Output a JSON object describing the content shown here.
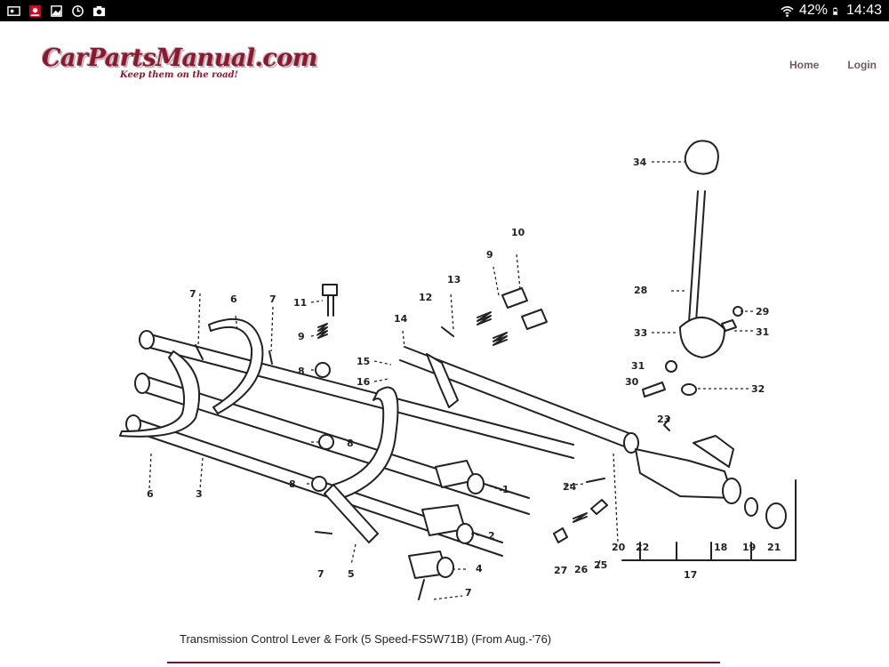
{
  "status_bar": {
    "left_icons": [
      "photo-icon",
      "record-icon",
      "gallery-icon",
      "sync-icon",
      "camera-icon"
    ],
    "battery": "42%",
    "time": "14:43"
  },
  "brand": {
    "name": "CarPartsManual.com",
    "tagline": "Keep them on the road!",
    "color": "#8c1830"
  },
  "nav": {
    "home": "Home",
    "login": "Login"
  },
  "diagram": {
    "callouts": [
      "1",
      "2",
      "3",
      "4",
      "5",
      "6",
      "6",
      "7",
      "7",
      "7",
      "7",
      "8",
      "8",
      "8",
      "9",
      "9",
      "10",
      "11",
      "12",
      "13",
      "14",
      "15",
      "16",
      "17",
      "18",
      "19",
      "20",
      "21",
      "22",
      "23",
      "24",
      "25",
      "26",
      "27",
      "28",
      "29",
      "30",
      "31",
      "31",
      "32",
      "33",
      "34"
    ]
  },
  "caption": "Transmission Control Lever & Fork (5 Speed-FS5W71B) (From Aug.-'76)"
}
